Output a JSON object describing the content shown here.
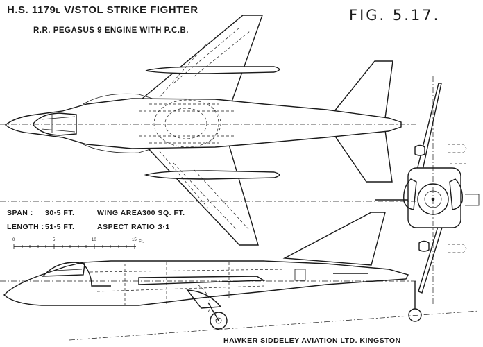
{
  "header": {
    "title_main": "H.S. 1179",
    "title_suffix": "L",
    "title_rest": "V/STOL STRIKE FIGHTER",
    "subtitle": "R.R. PEGASUS 9 ENGINE WITH P.C.B.",
    "figure_ref": "FIG. 5.17."
  },
  "specs": {
    "span_label": "SPAN :",
    "span_value": "30·5 FT.",
    "length_label": "LENGTH :",
    "length_value": "51·5 FT.",
    "wing_area_label": "WING AREA :",
    "wing_area_value": "300 SQ. FT.",
    "aspect_ratio_label": "ASPECT RATIO :",
    "aspect_ratio_value": "3·1"
  },
  "scale": {
    "ticks": [
      "0",
      "5",
      "10",
      "15"
    ],
    "unit": "Ft."
  },
  "footer": {
    "manufacturer": "HAWKER SIDDELEY AVIATION LTD. KINGSTON"
  }
}
